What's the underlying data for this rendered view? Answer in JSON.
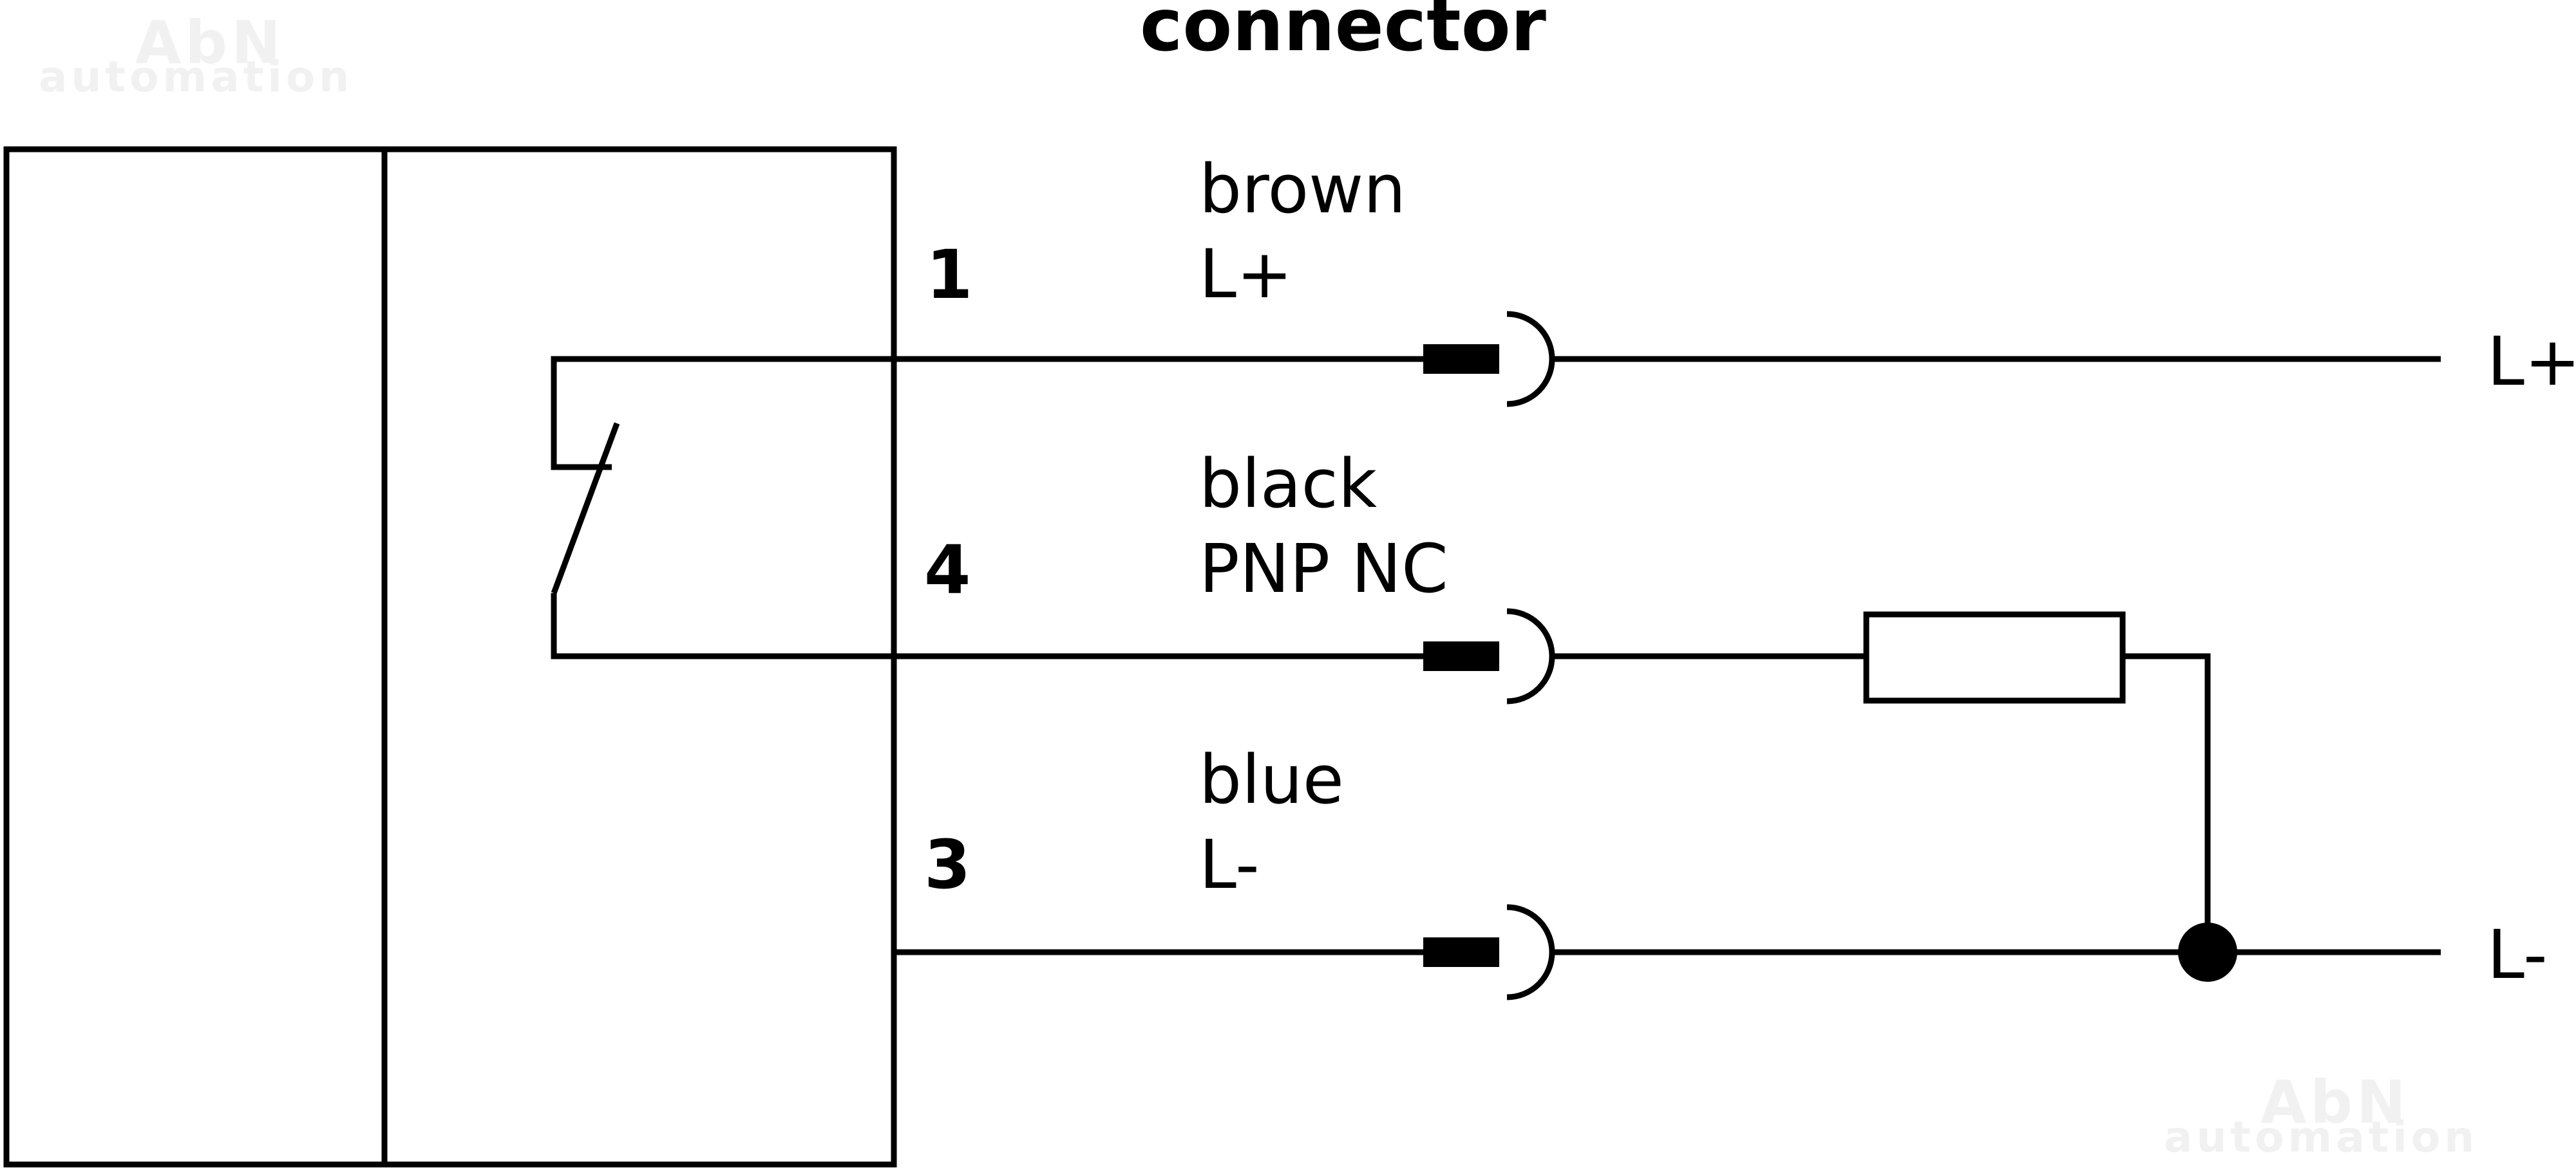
{
  "title": "connector",
  "watermark": {
    "line1": "AbN",
    "line2": "automation"
  },
  "pins": [
    {
      "number": "1",
      "color": "brown",
      "signal": "L+"
    },
    {
      "number": "4",
      "color": "black",
      "signal": "PNP NC"
    },
    {
      "number": "3",
      "color": "blue",
      "signal": "L-"
    }
  ],
  "rails": {
    "positive": "L+",
    "negative": "L-"
  }
}
